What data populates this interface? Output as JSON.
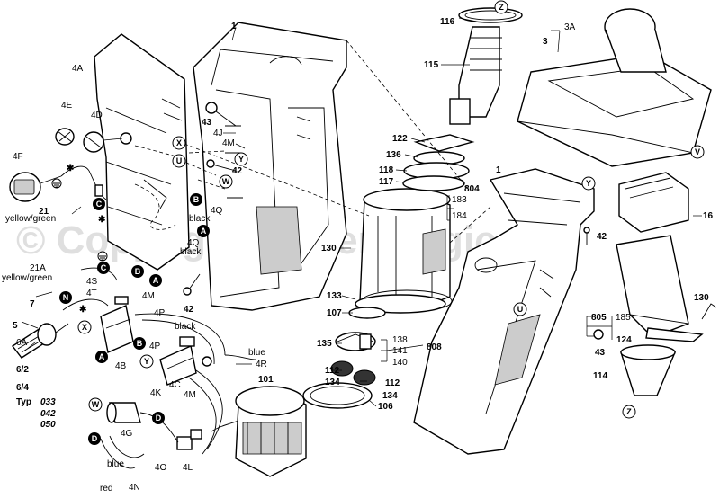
{
  "watermark": "© Copyright Power Magic",
  "labels": {
    "l1": "1",
    "l1b": "1",
    "l3": "3",
    "l3a": "3A",
    "l116": "116",
    "l115": "115",
    "l122": "122",
    "l136": "136",
    "l118": "118",
    "l117": "117",
    "l130": "130",
    "l130b": "130",
    "l133": "133",
    "l107": "107",
    "l135": "135",
    "l112": "112",
    "l112b": "112",
    "l134": "134",
    "l134b": "134",
    "l106": "106",
    "l101": "101",
    "l16": "16",
    "l42": "42",
    "l42b": "42",
    "l42c": "42",
    "l43": "43",
    "l43b": "43",
    "l114": "114",
    "l124": "124",
    "l805": "805",
    "l185": "185",
    "l804": "804",
    "l183": "183",
    "l184": "184",
    "l808": "808",
    "l138": "138",
    "l141": "141",
    "l140": "140",
    "l4a": "4A",
    "l4e": "4E",
    "l4d": "4D",
    "l4f": "4F",
    "l4j": "4J",
    "l4m": "4M",
    "l4m2": "4M",
    "l4m3": "4M",
    "l4q": "4Q",
    "l4q2": "4Q",
    "l21": "21",
    "l21a": "21A",
    "l6a": "6A",
    "l4s": "4S",
    "l4t": "4T",
    "l7": "7",
    "l5": "5",
    "l4p": "4P",
    "l4p2": "4P",
    "l4b": "4B",
    "l4c": "4C",
    "l4k": "4K",
    "l4r": "4R",
    "l4g": "4G",
    "l4l": "4L",
    "l4o": "4O",
    "l4n": "4N",
    "l62": "6/2",
    "l64": "6/4",
    "typ": "Typ",
    "v033": "033",
    "v042": "042",
    "v050": "050"
  },
  "wires": {
    "yellow_green": "yellow/green",
    "yellow_green2": "yellow/green",
    "black1": "black",
    "black2": "black",
    "black3": "black",
    "blue1": "blue",
    "blue2": "blue",
    "red": "red"
  },
  "markers": {
    "z": "Z",
    "z2": "Z",
    "v": "V",
    "y": "Y",
    "y2": "Y",
    "y3": "Y",
    "x": "X",
    "x2": "X",
    "u": "U",
    "u2": "U",
    "w": "W",
    "w2": "W",
    "b": "B",
    "b2": "B",
    "b3": "B",
    "a": "A",
    "a2": "A",
    "a3": "A",
    "c": "C",
    "c2": "C",
    "d": "D",
    "d2": "D",
    "n": "N"
  }
}
